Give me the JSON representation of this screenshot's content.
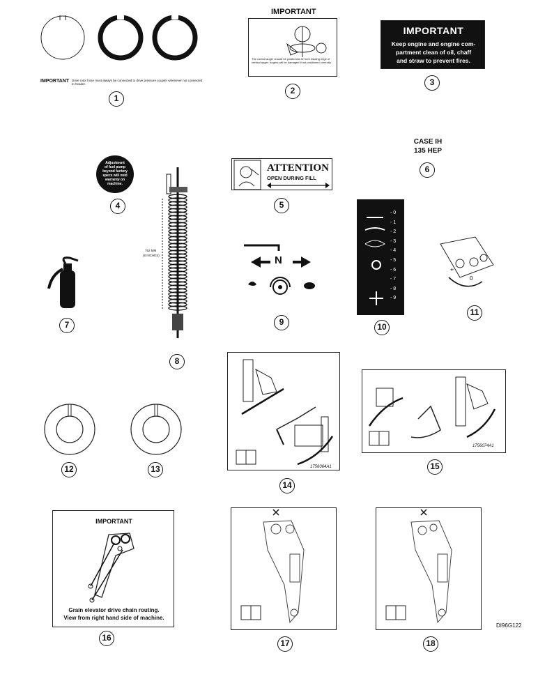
{
  "decals": {
    "d1": {
      "label": "IMPORTANT",
      "text": "Drive rotor hose must always be connected to drive pressure coupler whenever not connected to header.",
      "callout": "1"
    },
    "d2": {
      "title": "IMPORTANT",
      "body": "The control auger should be positioned 32 from leading edge of vertical auger. Augers will be damaged if not positioned correctly.",
      "callout": "2"
    },
    "d3": {
      "title": "IMPORTANT",
      "body_line1": "Keep engine and engine com-",
      "body_line2": "partment clean of oil, chaff",
      "body_line3": "and straw to prevent fires.",
      "callout": "3"
    },
    "d4": {
      "line1": "Adjustment",
      "line2": "of fuel pump",
      "line3": "beyond factory",
      "line4": "specs will void",
      "line5": "warranty on",
      "line6": "machine.",
      "callout": "4"
    },
    "d5": {
      "title": "ATTENTION",
      "subtitle": "OPEN DURING FILL",
      "callout": "5"
    },
    "d6": {
      "line1": "CASE IH",
      "line2": "135 HEP",
      "callout": "6"
    },
    "d7": {
      "callout": "7"
    },
    "d8": {
      "dimension": "752 MM",
      "dimension2": "(8 INCHES)",
      "callout": "8"
    },
    "d9": {
      "neutral": "N",
      "callout": "9"
    },
    "d10": {
      "scale": [
        "0",
        "1",
        "2",
        "3",
        "4",
        "5",
        "6",
        "7",
        "8",
        "9"
      ],
      "callout": "10"
    },
    "d11": {
      "callout": "11"
    },
    "d12": {
      "callout": "12"
    },
    "d13": {
      "callout": "13"
    },
    "d14": {
      "code": "1756064A1",
      "callout": "14"
    },
    "d15": {
      "code": "1756074A1",
      "callout": "15"
    },
    "d16": {
      "title": "IMPORTANT",
      "caption1": "Grain elevator drive chain routing.",
      "caption2": "View from right hand side of machine.",
      "callout": "16"
    },
    "d17": {
      "callout": "17"
    },
    "d18": {
      "callout": "18"
    }
  },
  "figure_code": "DI96G122",
  "colors": {
    "ink": "#111111",
    "paper": "#ffffff"
  }
}
